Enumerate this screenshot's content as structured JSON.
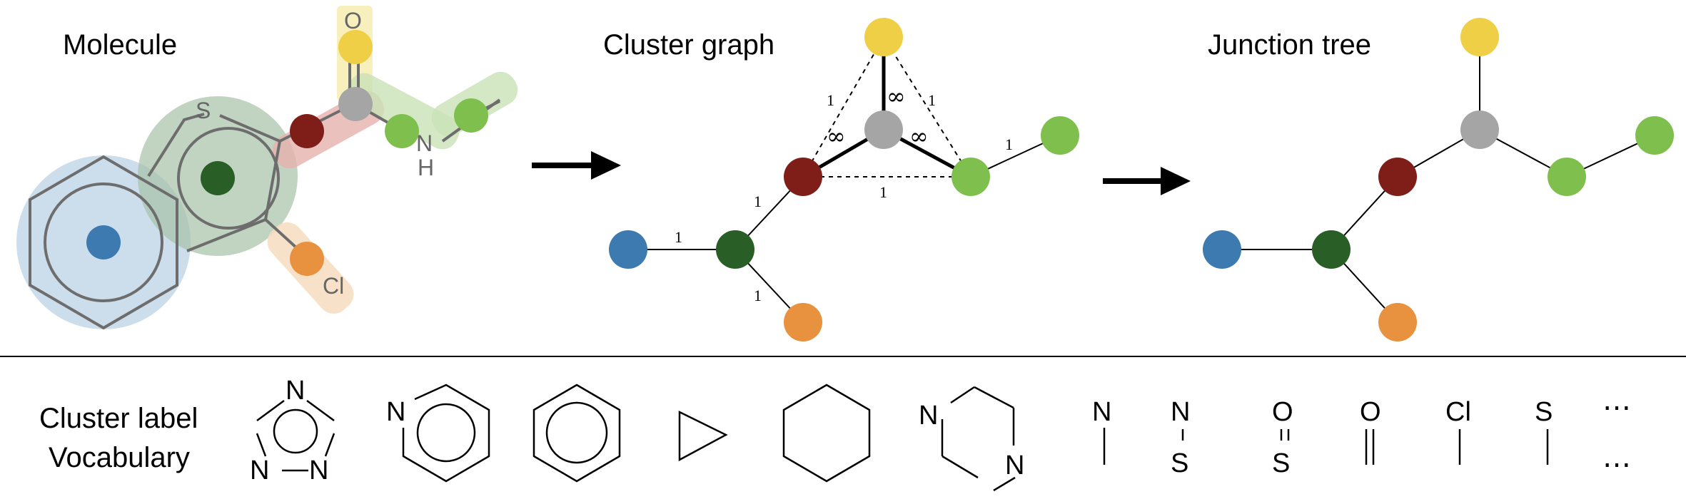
{
  "panels": {
    "molecule": "Molecule",
    "cluster_graph": "Cluster graph",
    "junction_tree": "Junction tree"
  },
  "vocab": {
    "label_line1": "Cluster label",
    "label_line2": "Vocabulary",
    "ellipsis": "⋯"
  },
  "atoms": {
    "O": "O",
    "S": "S",
    "N": "N",
    "H": "H",
    "Cl": "Cl"
  },
  "edge_weights": {
    "one": "1",
    "infinity": "∞"
  },
  "colors": {
    "blue": "#3d7ab0",
    "dark_green": "#2a5e27",
    "dark_red": "#7f1d18",
    "gray": "#a5a5a5",
    "yellow": "#efcf45",
    "light_green": "#7fbf4e",
    "orange": "#e8913e"
  }
}
